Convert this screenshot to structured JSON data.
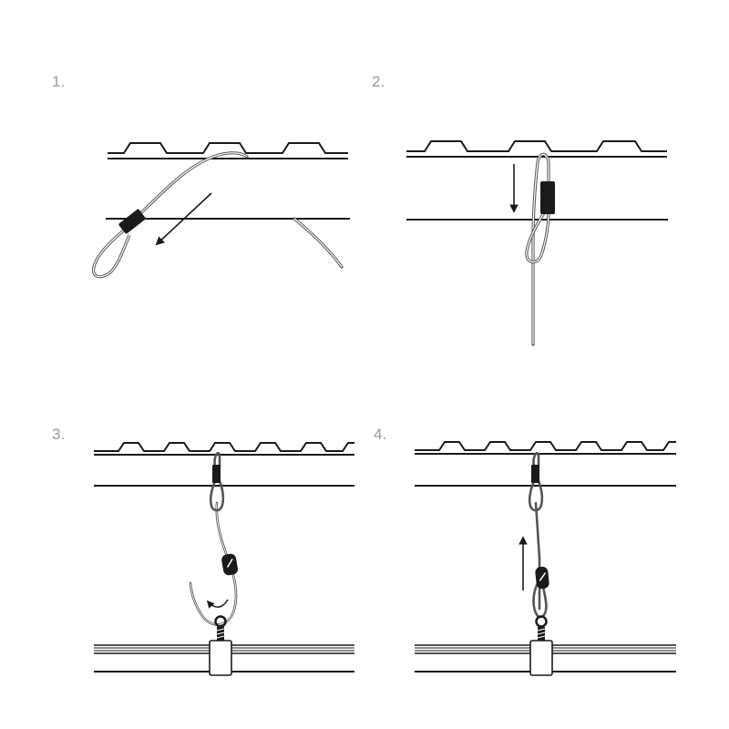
{
  "steps": [
    {
      "number": "1.",
      "panel": "step-1-thread-cable-over-purlin"
    },
    {
      "number": "2.",
      "panel": "step-2-pass-loop-down"
    },
    {
      "number": "3.",
      "panel": "step-3-hook-to-track-eyelet"
    },
    {
      "number": "4.",
      "panel": "step-4-tension-cable-upward"
    }
  ],
  "colors": {
    "line": "#1a1a1a",
    "cable": "#555555",
    "label": "#9a9a9a",
    "background": "#ffffff"
  }
}
